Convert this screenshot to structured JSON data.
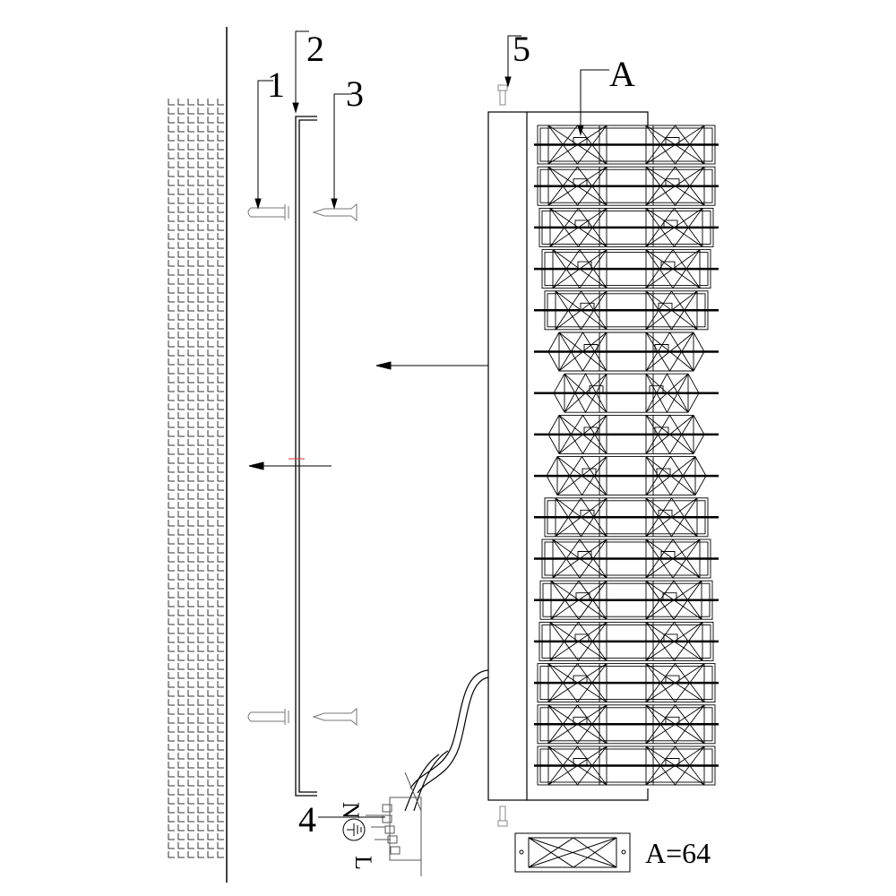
{
  "labels": {
    "part1": "1",
    "part2": "2",
    "part3": "3",
    "part4": "4",
    "part5": "5",
    "partA": "A",
    "quantity": "A=64",
    "neutral": "N",
    "live": "L"
  },
  "colors": {
    "line": "#000000",
    "light": "#888888"
  }
}
